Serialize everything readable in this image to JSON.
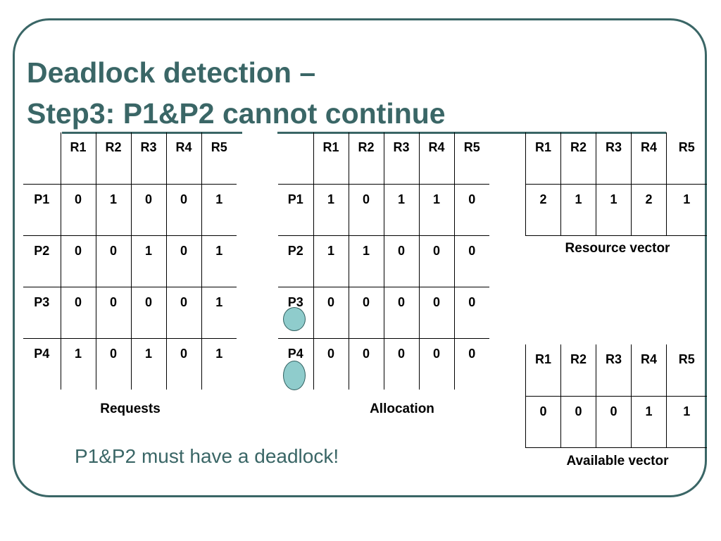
{
  "slide": {
    "title_line1": "Deadlock detection –",
    "title_line2": "Step3: P1&P2 cannot continue",
    "note": "P1&P2 must have a deadlock!"
  },
  "requests": {
    "caption": "Requests",
    "header": [
      "",
      "R1",
      "R2",
      "R3",
      "R4",
      "R5"
    ],
    "rows": [
      [
        "P1",
        "0",
        "1",
        "0",
        "0",
        "1"
      ],
      [
        "P2",
        "0",
        "0",
        "1",
        "0",
        "1"
      ],
      [
        "P3",
        "0",
        "0",
        "0",
        "0",
        "1"
      ],
      [
        "P4",
        "1",
        "0",
        "1",
        "0",
        "1"
      ]
    ]
  },
  "allocation": {
    "caption": "Allocation",
    "header": [
      "",
      "R1",
      "R2",
      "R3",
      "R4",
      "R5"
    ],
    "rows": [
      [
        "P1",
        "1",
        "0",
        "1",
        "1",
        "0"
      ],
      [
        "P2",
        "1",
        "1",
        "0",
        "0",
        "0"
      ],
      [
        "P3",
        "0",
        "0",
        "0",
        "0",
        "0"
      ],
      [
        "P4",
        "0",
        "0",
        "0",
        "0",
        "0"
      ]
    ],
    "marked_processes": [
      "P3",
      "P4"
    ]
  },
  "resource_vector": {
    "caption": "Resource vector",
    "header": [
      "R1",
      "R2",
      "R3",
      "R4",
      "R5"
    ],
    "values": [
      "2",
      "1",
      "1",
      "2",
      "1"
    ]
  },
  "available_vector": {
    "caption": "Available vector",
    "header": [
      "R1",
      "R2",
      "R3",
      "R4",
      "R5"
    ],
    "values": [
      "0",
      "0",
      "0",
      "1",
      "1"
    ]
  },
  "colors": {
    "accent": "#3a6666",
    "marker_fill": "#8fcccc"
  }
}
